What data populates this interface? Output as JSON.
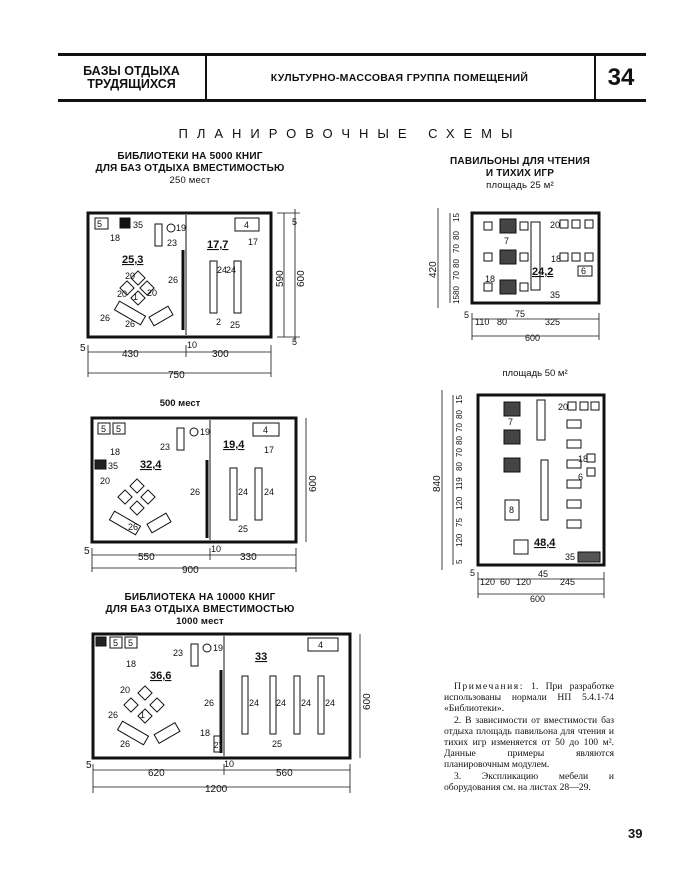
{
  "header": {
    "section_line1": "БАЗЫ ОТДЫХА",
    "section_line2": "ТРУДЯЩИХСЯ",
    "group": "КУЛЬТУРНО-МАССОВАЯ ГРУППА ПОМЕЩЕНИЙ",
    "sheet": "34"
  },
  "title": "ПЛАНИРОВОЧНЫЕ СХЕМЫ",
  "lib1": {
    "line1": "БИБЛИОТЕКИ НА 5000 КНИГ",
    "line2": "ДЛЯ БАЗ ОТДЫХА ВМЕСТИМОСТЬЮ",
    "seats": "250 мест",
    "area_a": "25,3",
    "area_b": "17,7",
    "dims": {
      "left": "430",
      "right": "300",
      "wall": "5",
      "mid": "10",
      "total": "750",
      "h_inner": "590",
      "h_total": "600",
      "top": "5",
      "bot": "5"
    },
    "labels": [
      "5",
      "35",
      "19",
      "4",
      "18",
      "23",
      "17",
      "20",
      "1",
      "20",
      "26",
      "24",
      "24",
      "26",
      "2",
      "25",
      "26",
      "20"
    ]
  },
  "lib2": {
    "seats": "500 мест",
    "area_a": "32,4",
    "area_b": "19,4",
    "dims": {
      "left": "550",
      "right": "330",
      "wall": "5",
      "mid": "10",
      "total": "900",
      "h_total": "600"
    },
    "labels": [
      "5",
      "5",
      "19",
      "4",
      "18",
      "23",
      "17",
      "35",
      "20",
      "26",
      "24",
      "24",
      "26",
      "25"
    ]
  },
  "lib3": {
    "line1": "БИБЛИОТЕКА НА 10000 КНИГ",
    "line2": "ДЛЯ БАЗ ОТДЫХА ВМЕСТИМОСТЬЮ",
    "seats": "1000 мест",
    "area_a": "36,6",
    "area_b": "33",
    "dims": {
      "left": "620",
      "right": "560",
      "wall": "5",
      "mid": "10",
      "total": "1200",
      "h_total": "600"
    },
    "labels": [
      "5",
      "5",
      "19",
      "4",
      "18",
      "23",
      "20",
      "26",
      "1",
      "26",
      "24",
      "24",
      "24",
      "24",
      "18",
      "27",
      "25",
      "26"
    ]
  },
  "pav1": {
    "line1": "ПАВИЛЬОНЫ ДЛЯ ЧТЕНИЯ",
    "line2": "И ТИХИХ ИГР",
    "area": "площадь 25 м²",
    "area_num": "24,2",
    "dims": {
      "a": "110",
      "b": "80",
      "c": "75",
      "d": "325",
      "wall": "5",
      "total": "600",
      "h_total": "420",
      "v": [
        "15",
        "80",
        "70",
        "80",
        "70",
        "80",
        "15"
      ]
    },
    "labels": [
      "7",
      "20",
      "18",
      "18",
      "6",
      "35"
    ]
  },
  "pav2": {
    "area": "площадь 50 м²",
    "area_num": "48,4",
    "dims": {
      "a": "120",
      "b": "60",
      "c": "120",
      "d": "45",
      "e": "245",
      "wall": "5",
      "total": "600",
      "h_total": "840",
      "v": [
        "15",
        "80",
        "70",
        "80",
        "70",
        "80",
        "119",
        "120",
        "75",
        "120",
        "5"
      ]
    },
    "labels": [
      "20",
      "7",
      "18",
      "6",
      "8",
      "35"
    ]
  },
  "notes": {
    "p1_head": "Примечания:",
    "p1": "1. При разработке использованы нормали НП 5.4.1-74 «Библиотеки».",
    "p2": "2. В зависимости от вместимости баз отдыха площадь павильона для чтения и тихих игр изменяется от 50 до 100 м². Данные примеры являются планировочным модулем.",
    "p3": "3. Экспликацию мебели и оборудования см. на листах 28—29."
  },
  "page_number": "39"
}
